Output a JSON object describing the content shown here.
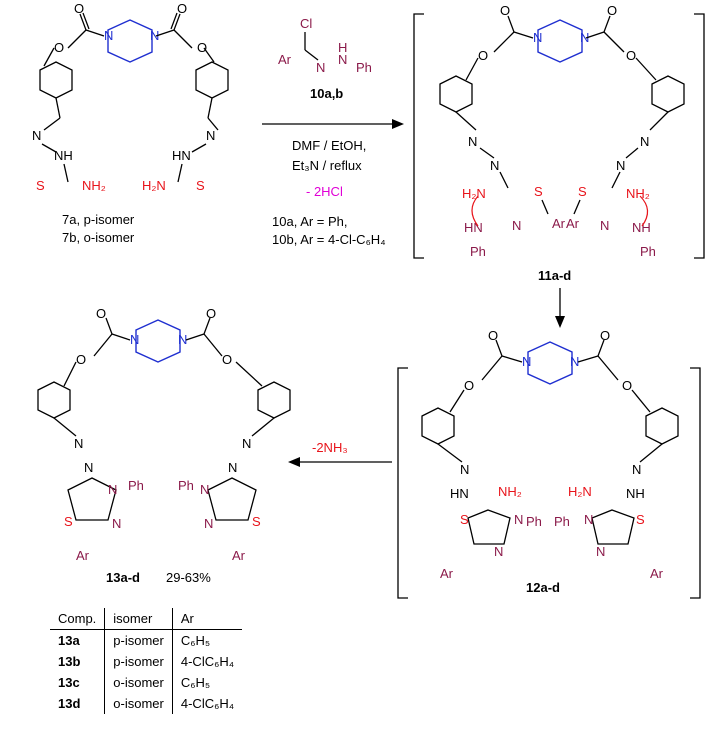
{
  "reagent": {
    "label": "10a,b",
    "cond1": "DMF / EtOH,",
    "cond2": "Et₃N / reflux",
    "elim1": "- 2HCl",
    "def_a": "10a, Ar = Ph,",
    "def_b": "10b, Ar = 4-Cl-C₆H₄"
  },
  "step2": {
    "elim": "-2NH₃"
  },
  "compounds": {
    "c7a": "7a, p-isomer",
    "c7b": "7b, o-isomer",
    "c11": "11a-d",
    "c12": "12a-d",
    "c13": "13a-d",
    "yield": "29-63%"
  },
  "atoms": {
    "O": "O",
    "N": "N",
    "S": "S",
    "NH": "NH",
    "HN": "HN",
    "NH2": "NH₂",
    "H2N": "H₂N",
    "Ph": "Ph",
    "Ar": "Ar",
    "Cl": "Cl",
    "H": "H"
  },
  "table": {
    "headers": [
      "Comp.",
      "isomer",
      "Ar"
    ],
    "rows": [
      [
        "13a",
        "p-isomer",
        "C₆H₅"
      ],
      [
        "13b",
        "p-isomer",
        "4-ClC₆H₄"
      ],
      [
        "13c",
        "o-isomer",
        "C₆H₅"
      ],
      [
        "13d",
        "o-isomer",
        "4-ClC₆H₄"
      ]
    ]
  },
  "colors": {
    "piperazine": "#1f2fd0",
    "thio": "#e8141b",
    "hydrazonoyl": "#8b1a4a",
    "elimination": "#e000d6"
  }
}
